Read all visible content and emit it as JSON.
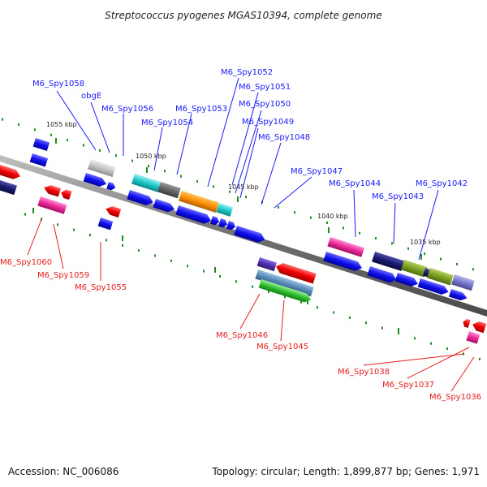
{
  "title": "Streptococcus pyogenes MGAS10394, complete genome",
  "footer": {
    "accession": "Accession: NC_006086",
    "stats": "Topology: circular; Length: 1,899,877 bp; Genes: 1,971"
  },
  "colors": {
    "forward_label": "#1a1aff",
    "reverse_label": "#e81c1c",
    "tick": "#1e8c1e",
    "backbone": "#808080"
  },
  "kbp_marks": [
    {
      "label": "1055 kbp"
    },
    {
      "label": "1050 kbp"
    },
    {
      "label": "1045 kbp"
    },
    {
      "label": "1040 kbp"
    },
    {
      "label": "1035 kbp"
    }
  ],
  "forward_genes": [
    {
      "label": "M6_Spy1058"
    },
    {
      "label": "obgE"
    },
    {
      "label": "M6_Spy1056"
    },
    {
      "label": "M6_Spy1054"
    },
    {
      "label": "M6_Spy1053"
    },
    {
      "label": "M6_Spy1052"
    },
    {
      "label": "M6_Spy1051"
    },
    {
      "label": "M6_Spy1050"
    },
    {
      "label": "M6_Spy1049"
    },
    {
      "label": "M6_Spy1048"
    },
    {
      "label": "M6_Spy1047"
    },
    {
      "label": "M6_Spy1044"
    },
    {
      "label": "M6_Spy1043"
    },
    {
      "label": "M6_Spy1042"
    }
  ],
  "reverse_genes": [
    {
      "label": "M6_Spy1060"
    },
    {
      "label": "M6_Spy1059"
    },
    {
      "label": "M6_Spy1055"
    },
    {
      "label": "M6_Spy1046"
    },
    {
      "label": "M6_Spy1045"
    },
    {
      "label": "M6_Spy1038"
    },
    {
      "label": "M6_Spy1037"
    },
    {
      "label": "M6_Spy1036"
    }
  ]
}
